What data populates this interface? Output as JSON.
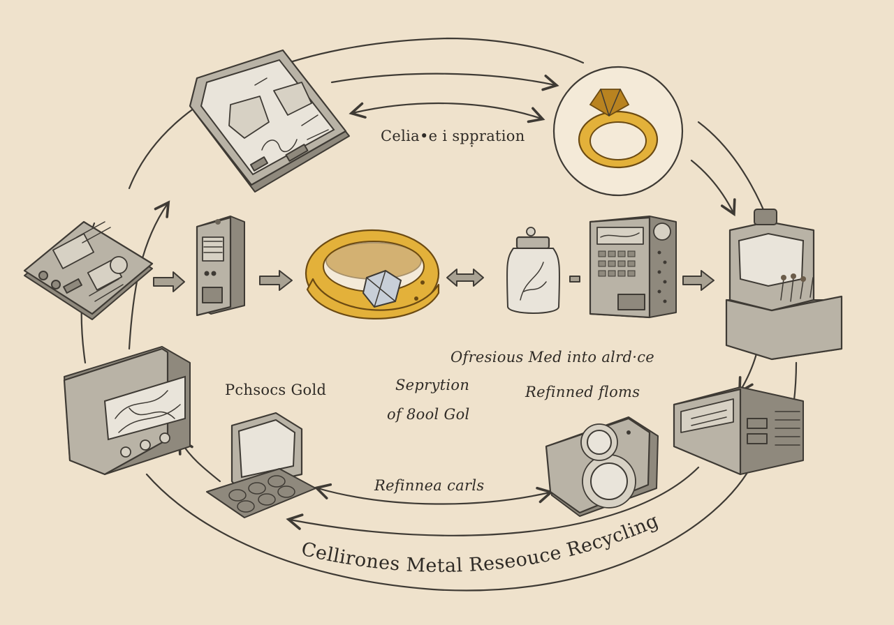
{
  "labels": {
    "top_arc": "Celia•e i spp̣ration",
    "center_right": "Ofresious Med into alrd·ce",
    "left_gold": "Pchsocs Gold",
    "sep_line1": "Seprytion",
    "sep_line2": "of 8ool Gol",
    "refined_floms": "Refinned floms",
    "refined_carls": "Refinne⁠a carls",
    "title_arc": "Cellirones Metal Reseouce Recycling"
  },
  "colors": {
    "paper": "#efe2cc",
    "ink": "#3e3a34",
    "gold": "#e3b13a",
    "metal": "#b9b3a6"
  },
  "icons": [
    "circuit-tablet-icon",
    "gold-ring-icon",
    "smelting-furnace-icon",
    "vintage-radio-icon",
    "pellet-case-icon",
    "circuit-board-icon",
    "battery-unit-icon",
    "gold-bracelet-icon",
    "sample-jar-icon",
    "control-panel-icon",
    "cassette-player-icon",
    "camera-icon"
  ]
}
